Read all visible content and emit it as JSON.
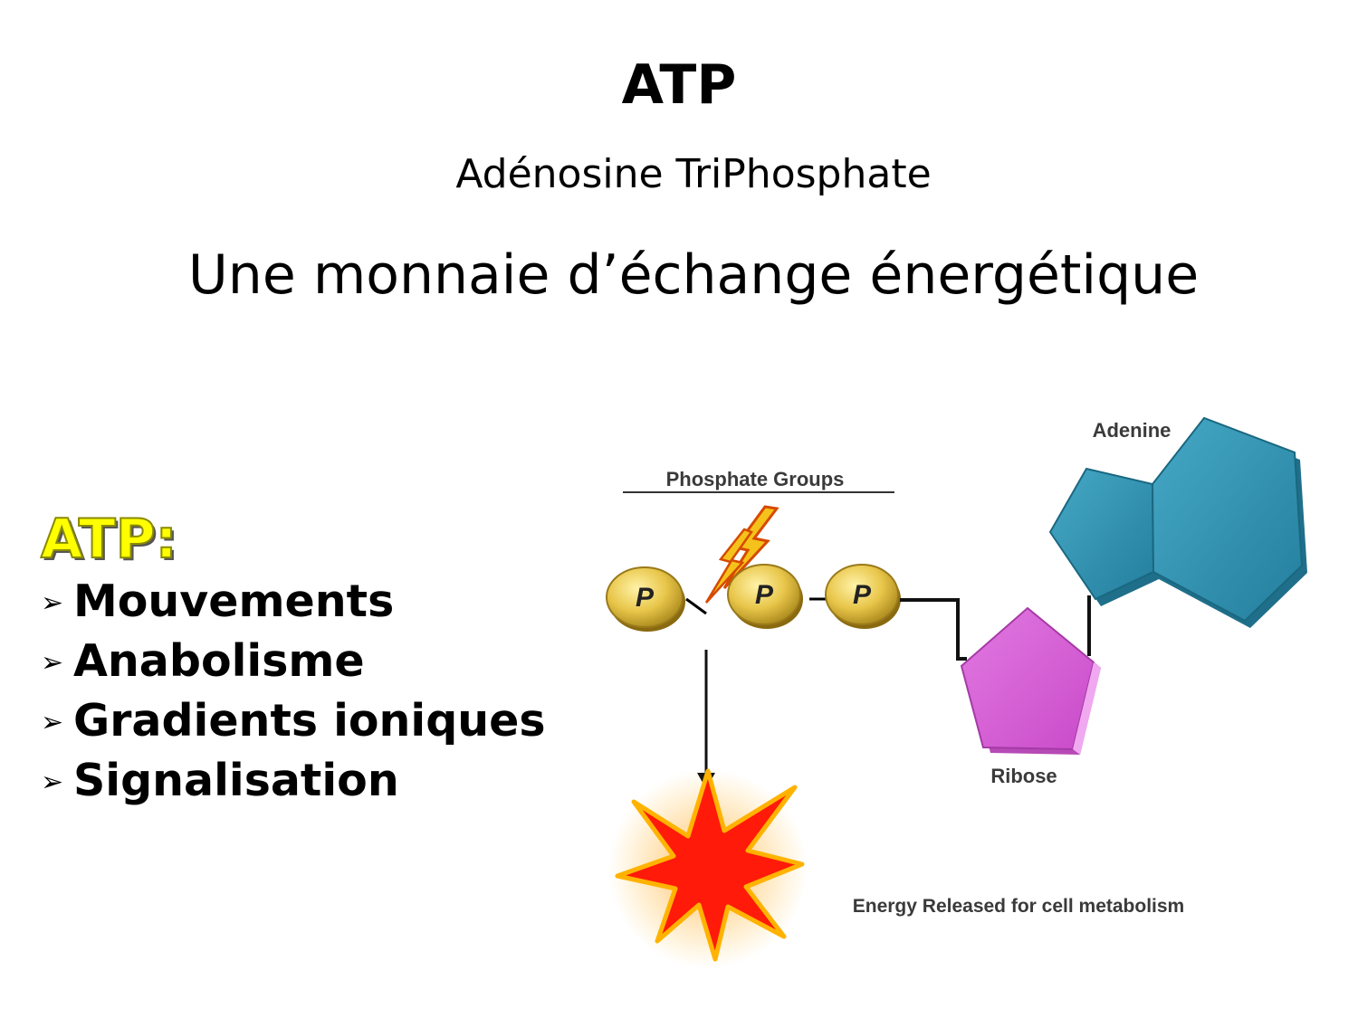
{
  "slide": {
    "title": "ATP",
    "subtitle": "Adénosine TriPhosphate",
    "tagline": "Une monnaie d’échange énergétique"
  },
  "list": {
    "heading": "ATP:",
    "bullet_icon": "arrow-right-icon",
    "items": [
      "Mouvements",
      "Anabolisme",
      "Gradients ioniques",
      "Signalisation"
    ]
  },
  "diagram": {
    "phosphate_groups_label": "Phosphate Groups",
    "phosphate_symbol": "P",
    "adenine_label": "Adenine",
    "ribose_label": "Ribose",
    "energy_label": "Energy Released for cell metabolism",
    "colors": {
      "phosphate": "#e8c64a",
      "adenine": "#2e93b3",
      "ribose": "#d65ed6",
      "lightning": "#f5c21b",
      "explosion": "#ff1a0a",
      "heading_yellow": "#ffff00"
    }
  }
}
